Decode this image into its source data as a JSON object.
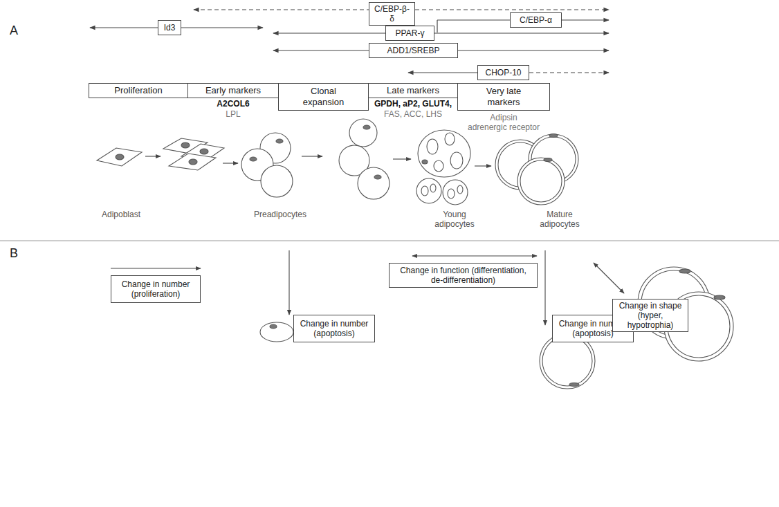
{
  "diagram": {
    "nodes": [
      {
        "text": [
          "C/EBP-β-δ"
        ]
      },
      {
        "text": [
          "C/EBP-α"
        ]
      },
      {
        "text": [
          "Id3"
        ]
      },
      {
        "text": [
          "PPAR-γ"
        ]
      },
      {
        "text": [
          "ADD1/SREBP"
        ]
      },
      {
        "text": [
          "CHOP-10"
        ]
      },
      {
        "text": [
          "Proliferation"
        ]
      },
      {
        "text": [
          "Early markers"
        ]
      },
      {
        "text": [
          "Clonal expansion"
        ]
      },
      {
        "text": [
          "Late markers"
        ]
      },
      {
        "text": [
          "Very late markers"
        ]
      },
      {
        "text": [
          "Change in number (proliferation)"
        ]
      },
      {
        "text": [
          "Change in number (apoptosis)"
        ]
      },
      {
        "text": [
          "Change in function (differentiation, de-differentiation)"
        ]
      },
      {
        "text": [
          "Change in number (apoptosis)"
        ]
      },
      {
        "text": [
          "Change in shape (hyper, hypotrophia)"
        ]
      }
    ],
    "labels": [
      "A",
      "A2COL6",
      "LPL",
      "GPDH, aP2, GLUT4,",
      "FAS, ACC, LHS",
      "Adipsin",
      "adrenergic receptor",
      "Adipoblast",
      "Preadipocytes",
      "Young adipocytes",
      "Mature adipocytes",
      "B"
    ]
  }
}
